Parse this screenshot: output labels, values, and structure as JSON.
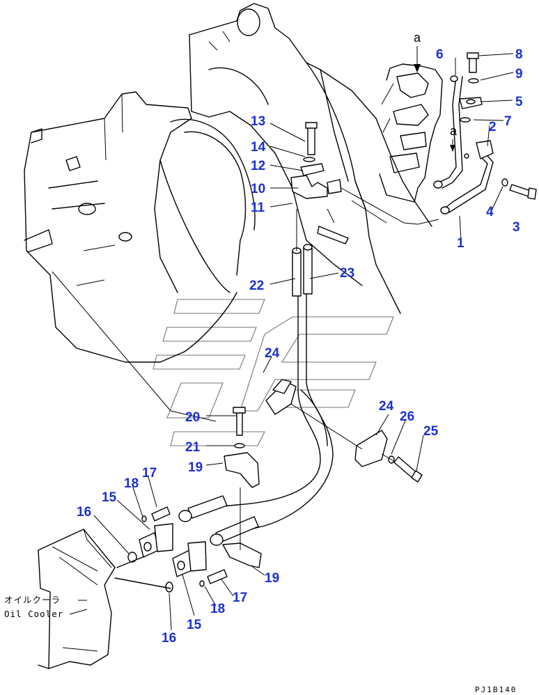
{
  "diagram": {
    "drawing_code": "PJ1B140",
    "oil_cooler_label_jp": "オイルクーラ",
    "oil_cooler_label_en": "Oil Cooler",
    "view_mark": "a",
    "callouts": {
      "c1": "1",
      "c2": "2",
      "c3": "3",
      "c4": "4",
      "c5": "5",
      "c6": "6",
      "c7": "7",
      "c8": "8",
      "c9": "9",
      "c10": "10",
      "c11": "11",
      "c12": "12",
      "c13": "13",
      "c14": "14",
      "c15a": "15",
      "c15b": "15",
      "c16a": "16",
      "c16b": "16",
      "c17a": "17",
      "c17b": "17",
      "c18a": "18",
      "c18b": "18",
      "c19a": "19",
      "c19b": "19",
      "c20": "20",
      "c21": "21",
      "c22": "22",
      "c23": "23",
      "c24a": "24",
      "c24b": "24",
      "c25": "25",
      "c26": "26"
    }
  }
}
